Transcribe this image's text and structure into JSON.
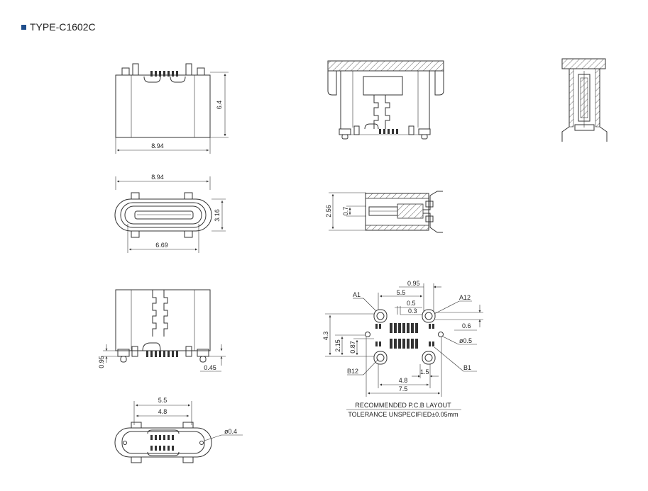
{
  "title": "TYPE-C1602C",
  "colors": {
    "title_marker": "#1f4e8c",
    "line": "#333333"
  },
  "dims": {
    "d_6_4": "6.4",
    "d_8_94_a": "8.94",
    "d_8_94_b": "8.94",
    "d_3_16": "3.16",
    "d_6_69": "6.69",
    "d_0_95_a": "0.95",
    "d_0_45": "0.45",
    "d_5_5_a": "5.5",
    "d_4_8_a": "4.8",
    "d_phi_0_4": "ø0.4",
    "d_2_56": "2.56",
    "d_0_7": "0.7",
    "d_0_95_b": "0.95",
    "d_5_5_b": "5.5",
    "d_0_5": "0.5",
    "d_0_3": "0.3",
    "d_0_6": "0.6",
    "d_phi_0_5": "ø0.5",
    "d_4_3": "4.3",
    "d_2_15": "2.15",
    "d_0_87": "0.87",
    "d_1_5": "1.5",
    "d_4_8_b": "4.8",
    "d_7_5": "7.5"
  },
  "pin_labels": {
    "a1": "A1",
    "a12": "A12",
    "b12": "B12",
    "b1": "B1"
  },
  "notes": {
    "layout": "RECOMMENDED P.C.B LAYOUT",
    "tolerance": "TOLERANCE UNSPECIFIED±0.05mm"
  }
}
